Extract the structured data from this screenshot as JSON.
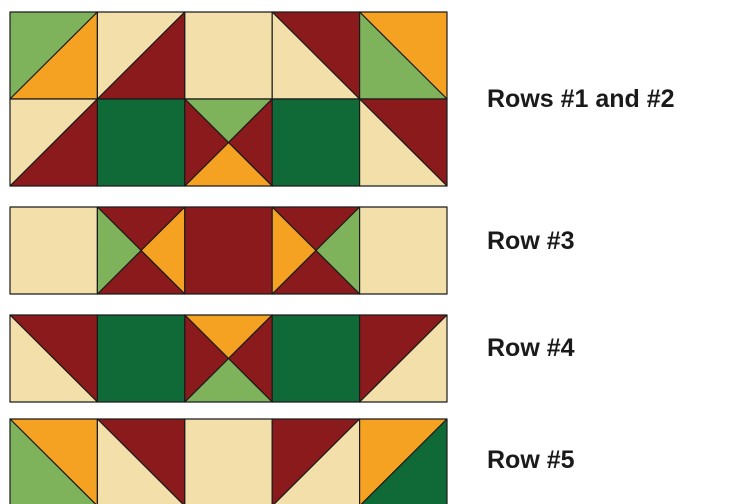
{
  "colors": {
    "cream": "#f3dfaa",
    "maroon": "#8b1a1c",
    "orange": "#f5a223",
    "light_green": "#7fb35b",
    "dark_green": "#0f6a38",
    "outline": "#1a1a1a"
  },
  "labels": {
    "rows_1_2": "Rows #1 and #2",
    "row_3": "Row #3",
    "row_4": "Row #4",
    "row_5": "Row #5"
  },
  "quilt": {
    "strips": [
      {
        "name": "rows-1-and-2",
        "rows": [
          [
            {
              "type": "hst",
              "split": "tr-bl",
              "a": "light_green",
              "b": "orange"
            },
            {
              "type": "hst",
              "split": "tr-bl",
              "a": "cream",
              "b": "maroon"
            },
            {
              "type": "solid",
              "a": "cream"
            },
            {
              "type": "hst",
              "split": "tl-br",
              "a": "maroon",
              "b": "cream"
            },
            {
              "type": "hst",
              "split": "tl-br",
              "a": "orange",
              "b": "light_green"
            }
          ],
          [
            {
              "type": "hst",
              "split": "tr-bl",
              "a": "cream",
              "b": "maroon"
            },
            {
              "type": "solid",
              "a": "dark_green"
            },
            {
              "type": "hourglass",
              "top": "light_green",
              "right": "maroon",
              "bottom": "orange",
              "left": "maroon"
            },
            {
              "type": "solid",
              "a": "dark_green"
            },
            {
              "type": "hst",
              "split": "tl-br",
              "a": "maroon",
              "b": "cream"
            }
          ]
        ]
      },
      {
        "name": "row-3",
        "rows": [
          [
            {
              "type": "solid",
              "a": "cream"
            },
            {
              "type": "hourglass",
              "top": "maroon",
              "right": "orange",
              "bottom": "maroon",
              "left": "light_green"
            },
            {
              "type": "solid",
              "a": "maroon"
            },
            {
              "type": "hourglass",
              "top": "maroon",
              "right": "light_green",
              "bottom": "maroon",
              "left": "orange"
            },
            {
              "type": "solid",
              "a": "cream"
            }
          ]
        ]
      },
      {
        "name": "row-4",
        "rows": [
          [
            {
              "type": "hst",
              "split": "tl-br",
              "a": "maroon",
              "b": "cream"
            },
            {
              "type": "solid",
              "a": "dark_green"
            },
            {
              "type": "hourglass",
              "top": "orange",
              "right": "maroon",
              "bottom": "light_green",
              "left": "maroon"
            },
            {
              "type": "solid",
              "a": "dark_green"
            },
            {
              "type": "hst",
              "split": "tr-bl",
              "a": "maroon",
              "b": "cream"
            }
          ]
        ]
      },
      {
        "name": "row-5",
        "rows": [
          [
            {
              "type": "hst",
              "split": "tl-br",
              "a": "orange",
              "b": "light_green"
            },
            {
              "type": "hst",
              "split": "tl-br",
              "a": "maroon",
              "b": "cream"
            },
            {
              "type": "solid",
              "a": "cream"
            },
            {
              "type": "hst",
              "split": "tr-bl",
              "a": "maroon",
              "b": "cream"
            },
            {
              "type": "hst",
              "split": "tr-bl",
              "a": "orange",
              "b": "dark_green"
            }
          ]
        ]
      }
    ]
  }
}
